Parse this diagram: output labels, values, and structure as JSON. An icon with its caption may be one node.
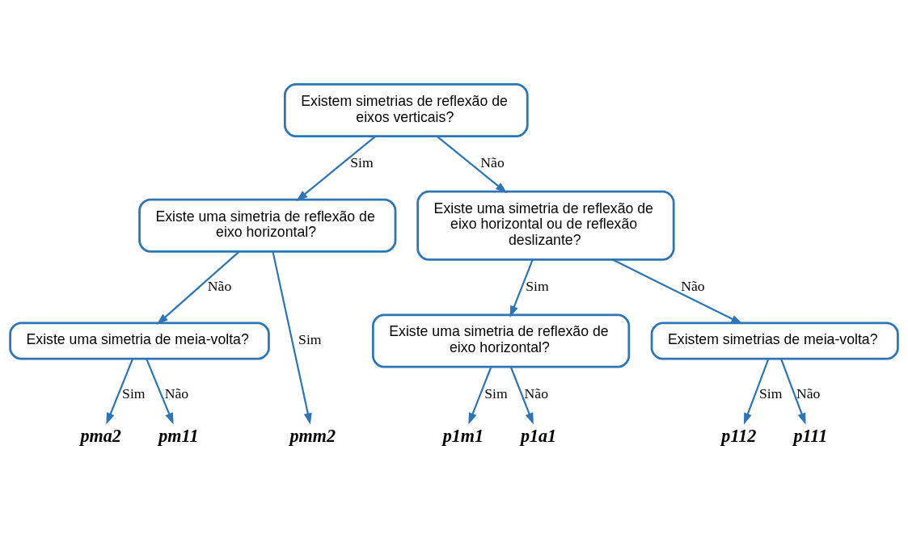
{
  "diagram": {
    "nodes": [
      {
        "text": [
          "Existem simetrias de reflexão de eixos verticais?"
        ]
      },
      {
        "text": [
          "Existe uma simetria de reflexão de eixo horizontal?"
        ]
      },
      {
        "text": [
          "Existe uma simetria de reflexão de eixo horizontal ou de reflexão deslizante?"
        ]
      },
      {
        "text": [
          "Existe uma simetria de meia-volta?"
        ]
      },
      {
        "text": [
          "Existe uma simetria de reflexão de eixo horizontal?"
        ]
      },
      {
        "text": [
          "Existem simetrias de meia-volta?"
        ]
      },
      {
        "text": [
          "pmm2"
        ]
      },
      {
        "text": [
          "pma2"
        ]
      },
      {
        "text": [
          "pm11"
        ]
      },
      {
        "text": [
          "p1m1"
        ]
      },
      {
        "text": [
          "p1a1"
        ]
      },
      {
        "text": [
          "p112"
        ]
      },
      {
        "text": [
          "p111"
        ]
      }
    ],
    "edges": [
      {
        "from": 0,
        "to": 1,
        "arrow": "to",
        "label": "Sim"
      },
      {
        "from": 0,
        "to": 2,
        "arrow": "to",
        "label": "Não"
      },
      {
        "from": 1,
        "to": 6,
        "arrow": "to",
        "label": "Sim"
      },
      {
        "from": 1,
        "to": 3,
        "arrow": "to",
        "label": "Não"
      },
      {
        "from": 2,
        "to": 4,
        "arrow": "to",
        "label": "Sim"
      },
      {
        "from": 2,
        "to": 5,
        "arrow": "to",
        "label": "Não"
      },
      {
        "from": 3,
        "to": 7,
        "arrow": "to",
        "label": "Sim"
      },
      {
        "from": 3,
        "to": 8,
        "arrow": "to",
        "label": "Não"
      },
      {
        "from": 4,
        "to": 9,
        "arrow": "to",
        "label": "Sim"
      },
      {
        "from": 4,
        "to": 10,
        "arrow": "to",
        "label": "Não"
      },
      {
        "from": 5,
        "to": 11,
        "arrow": "to",
        "label": "Sim"
      },
      {
        "from": 5,
        "to": 12,
        "arrow": "to",
        "label": "Não"
      }
    ]
  }
}
